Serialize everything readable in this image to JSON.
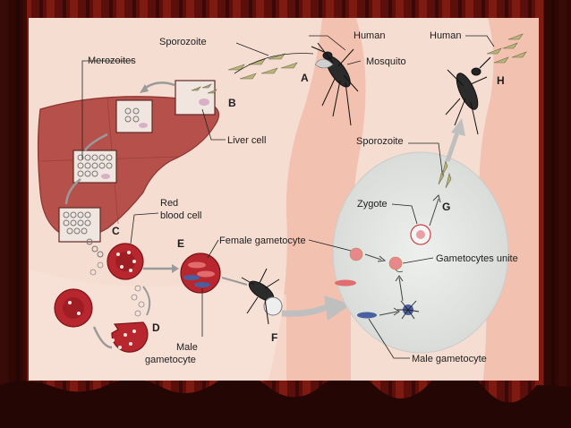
{
  "labels": {
    "sporozoite_top": "Sporozoite",
    "human_left": "Human",
    "human_right": "Human",
    "mosquito": "Mosquito",
    "merozoites": "Merozoites",
    "liver_cell": "Liver cell",
    "red_blood_cell_1": "Red",
    "red_blood_cell_2": "blood cell",
    "female_gametocyte": "Female gametocyte",
    "male_gametocyte_left_1": "Male",
    "male_gametocyte_left_2": "gametocyte",
    "sporozoite_right": "Sporozoite",
    "zygote": "Zygote",
    "gametocytes_unite": "Gametocytes unite",
    "male_gametocyte_right": "Male gametocyte"
  },
  "stages": {
    "a": "A",
    "b": "B",
    "c": "C",
    "d": "D",
    "e": "E",
    "f": "F",
    "g": "G",
    "h": "H"
  },
  "colors": {
    "curtain": "#6b120c",
    "panel": "#f6ddd2",
    "skin": "#f3c1b0",
    "liver": "#b5504a",
    "rbc": "#b8272d",
    "circle": "#e3e6e3"
  }
}
